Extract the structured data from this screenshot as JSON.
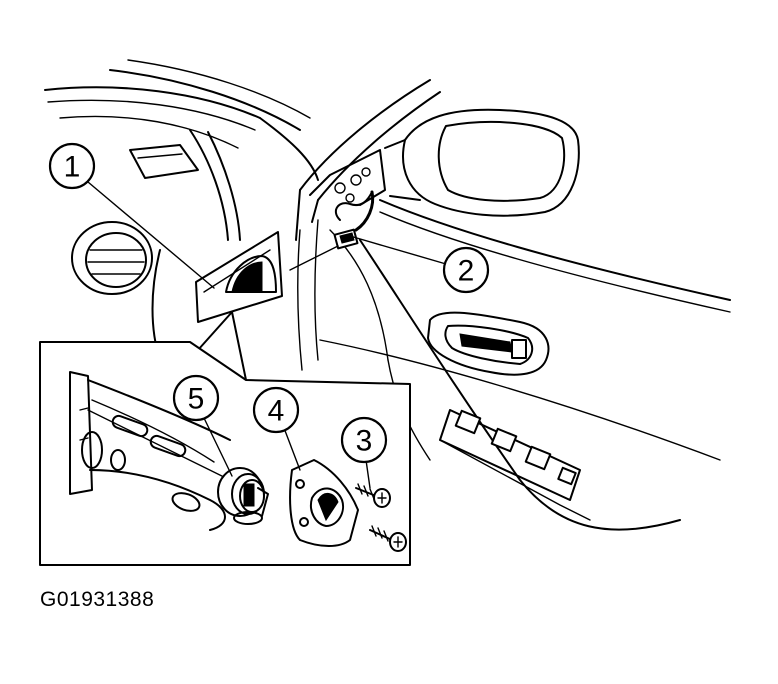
{
  "figure_id": "G01931388",
  "callouts": [
    {
      "label": "1"
    },
    {
      "label": "2"
    },
    {
      "label": "3"
    },
    {
      "label": "4"
    },
    {
      "label": "5"
    }
  ]
}
